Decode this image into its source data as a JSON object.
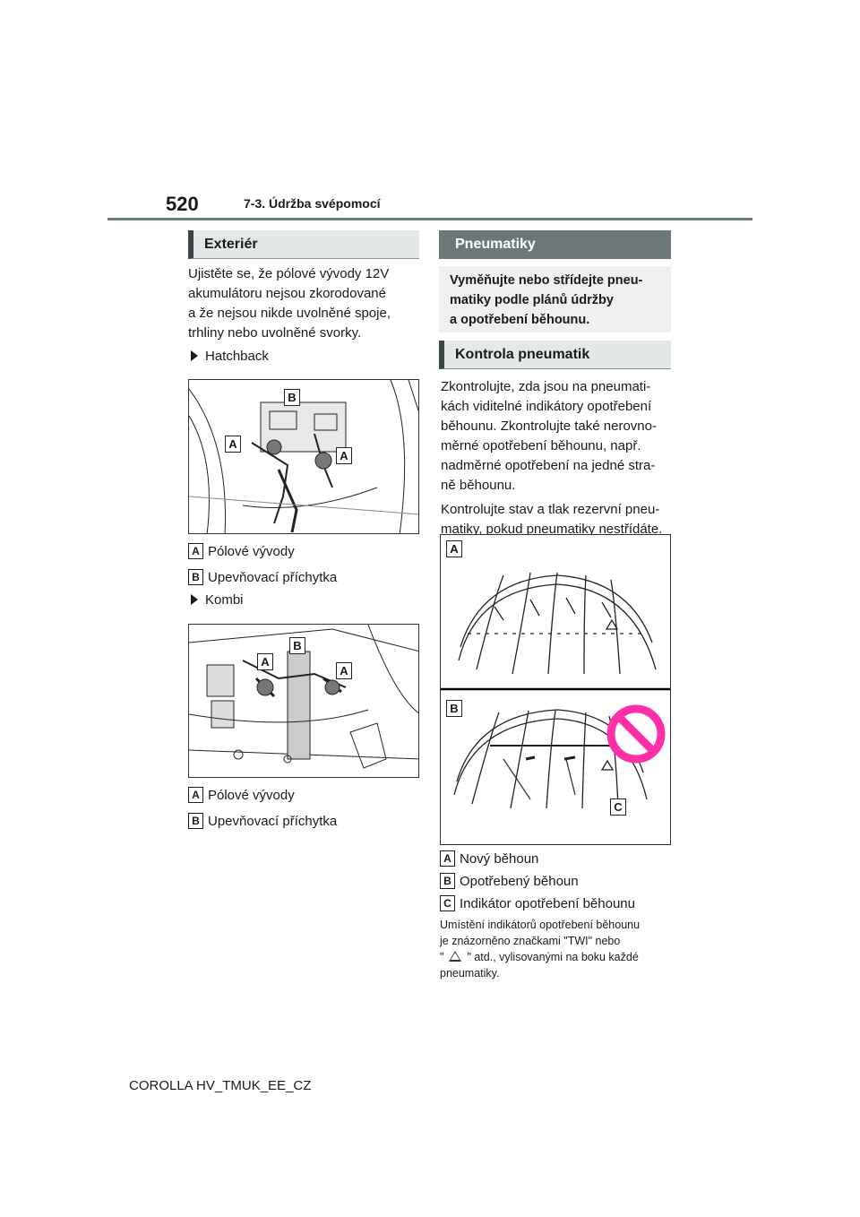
{
  "header": {
    "page_number": "520",
    "section": "7-3. Údržba svépomocí"
  },
  "left": {
    "heading": "Exteriér",
    "intro_lines": [
      "Ujistěte se, že pólové vývody 12V",
      "akumulátoru nejsou zkorodované",
      "a že nejsou nikde uvolněné spoje,",
      "trhliny nebo uvolněné svorky."
    ],
    "hatchback": {
      "title": "Hatchback",
      "fig_labels": {
        "b": "B",
        "a1": "A",
        "a2": "A"
      },
      "legend": [
        {
          "key": "A",
          "text": "Pólové vývody"
        },
        {
          "key": "B",
          "text": "Upevňovací příchytka"
        }
      ]
    },
    "kombi": {
      "title": "Kombi",
      "fig_labels": {
        "b": "B",
        "a1": "A",
        "a2": "A"
      },
      "legend": [
        {
          "key": "A",
          "text": "Pólové vývody"
        },
        {
          "key": "B",
          "text": "Upevňovací příchytka"
        }
      ]
    }
  },
  "right": {
    "heading": "Pneumatiky",
    "highlight_lines": [
      "Vyměňujte nebo střídejte pneu-",
      "matiky podle plánů údržby",
      "a opotřebení běhounu."
    ],
    "subheading": "Kontrola pneumatik",
    "para1_lines": [
      "Zkontrolujte, zda jsou na pneumati-",
      "kách viditelné indikátory opotřebení",
      "běhounu. Zkontrolujte také nerovno-",
      "měrné opotřebení běhounu, např.",
      "nadměrné opotřebení na jedné stra-",
      "ně běhounu."
    ],
    "para2_lines": [
      "Kontrolujte stav a tlak rezervní pneu-",
      "matiky, pokud pneumatiky nestřídáte."
    ],
    "fig_labels": {
      "a": "A",
      "b": "B",
      "c": "C"
    },
    "legend": [
      {
        "key": "A",
        "text": "Nový běhoun"
      },
      {
        "key": "B",
        "text": "Opotřebený běhoun"
      },
      {
        "key": "C",
        "text": "Indikátor opotřebení běhounu"
      }
    ],
    "note_lines": [
      "Umístění indikátorů opotřebení běhounu",
      "je znázorněno značkami \"TWI\" nebo",
      "\"",
      "\" atd., vylisovanými na boku každé",
      "pneumatiky."
    ]
  },
  "footer": "COROLLA HV_TMUK_EE_CZ",
  "colors": {
    "header_bar": "#6c7878",
    "light_bar": "#e4e8e8",
    "prohibition": "#ff2fa8"
  }
}
